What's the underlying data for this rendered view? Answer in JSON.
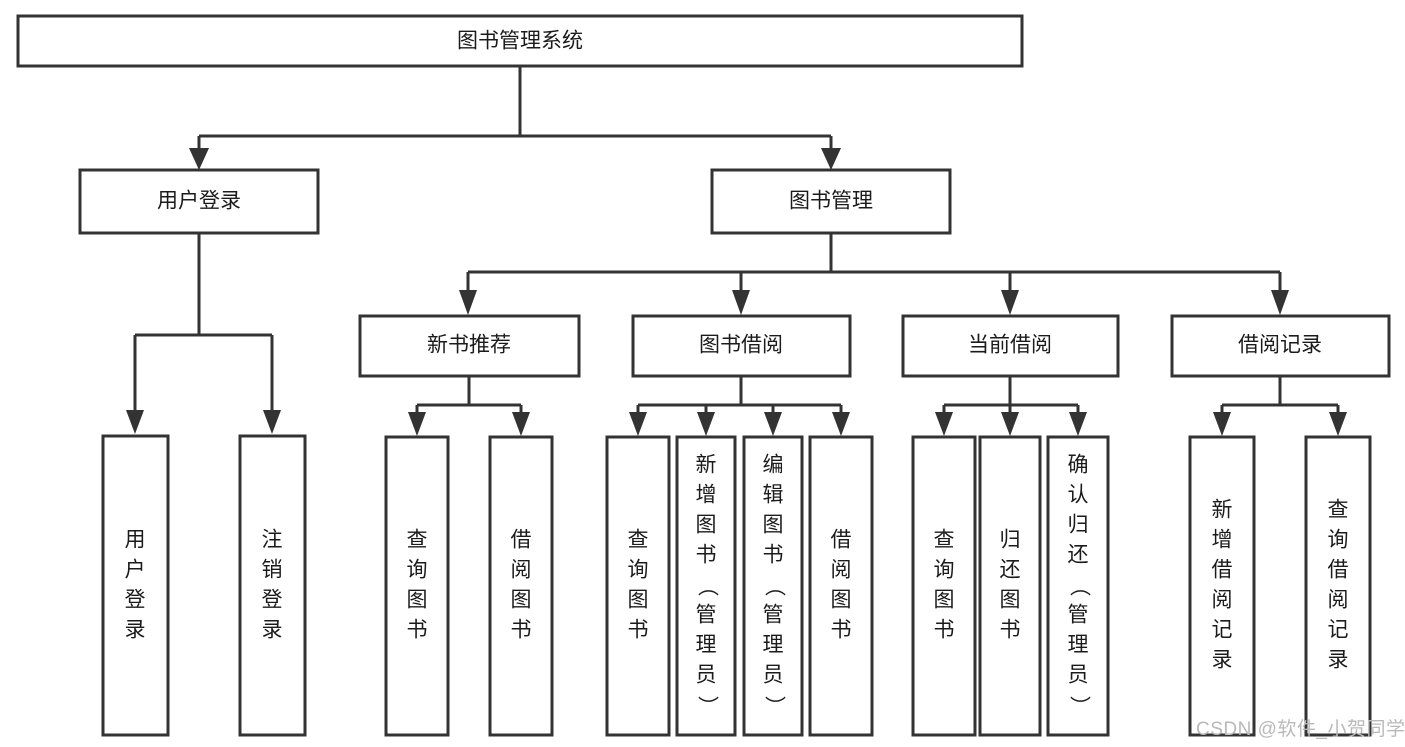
{
  "diagram": {
    "title": "图书管理系统",
    "type": "tree-hierarchy-chart",
    "root": {
      "id": "root",
      "label": "图书管理系统"
    },
    "level2": [
      {
        "id": "user-login",
        "label": "用户登录"
      },
      {
        "id": "book-manage",
        "label": "图书管理"
      }
    ],
    "level3": [
      {
        "id": "new-book-recommend",
        "label": "新书推荐",
        "parent": "book-manage"
      },
      {
        "id": "book-borrow",
        "label": "图书借阅",
        "parent": "book-manage"
      },
      {
        "id": "current-borrow",
        "label": "当前借阅",
        "parent": "book-manage"
      },
      {
        "id": "borrow-record",
        "label": "借阅记录",
        "parent": "book-manage"
      }
    ],
    "leaves": {
      "user-login": [
        {
          "id": "leaf-user-login",
          "label": "用户登录"
        },
        {
          "id": "leaf-user-logout",
          "label": "注销登录"
        }
      ],
      "new-book-recommend": [
        {
          "id": "leaf-query-book-1",
          "label": "查询图书"
        },
        {
          "id": "leaf-borrow-book-1",
          "label": "借阅图书"
        }
      ],
      "book-borrow": [
        {
          "id": "leaf-query-book-2",
          "label": "查询图书"
        },
        {
          "id": "leaf-add-book",
          "label": "新增图书（管理员）"
        },
        {
          "id": "leaf-edit-book",
          "label": "编辑图书（管理员）"
        },
        {
          "id": "leaf-borrow-book-2",
          "label": "借阅图书"
        }
      ],
      "current-borrow": [
        {
          "id": "leaf-query-book-3",
          "label": "查询图书"
        },
        {
          "id": "leaf-return-book",
          "label": "归还图书"
        },
        {
          "id": "leaf-confirm-return",
          "label": "确认归还（管理员）"
        }
      ],
      "borrow-record": [
        {
          "id": "leaf-add-record",
          "label": "新增借阅记录"
        },
        {
          "id": "leaf-query-record",
          "label": "查询借阅记录"
        }
      ]
    },
    "colors": {
      "stroke": "#333333",
      "fill": "#ffffff",
      "text": "#1b1b1b",
      "watermark": "#b9b9b9",
      "background": "#ffffff"
    }
  },
  "watermark": {
    "text": "CSDN @软件_小贺同学"
  }
}
